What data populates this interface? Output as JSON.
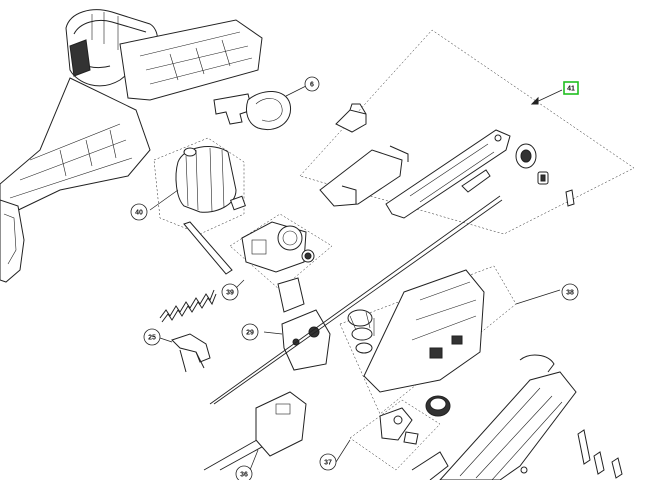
{
  "diagram": {
    "callouts": [
      {
        "id": "6",
        "label": "6"
      },
      {
        "id": "40",
        "label": "40"
      },
      {
        "id": "39",
        "label": "39"
      },
      {
        "id": "25",
        "label": "25"
      },
      {
        "id": "29",
        "label": "29"
      },
      {
        "id": "38",
        "label": "38"
      },
      {
        "id": "37",
        "label": "37"
      },
      {
        "id": "36",
        "label": "36"
      }
    ],
    "highlighted": {
      "label": "41",
      "color": "#1fbf1f"
    },
    "colors": {
      "line": "#222222",
      "fill": "#ffffff",
      "shade": "#444444"
    }
  }
}
